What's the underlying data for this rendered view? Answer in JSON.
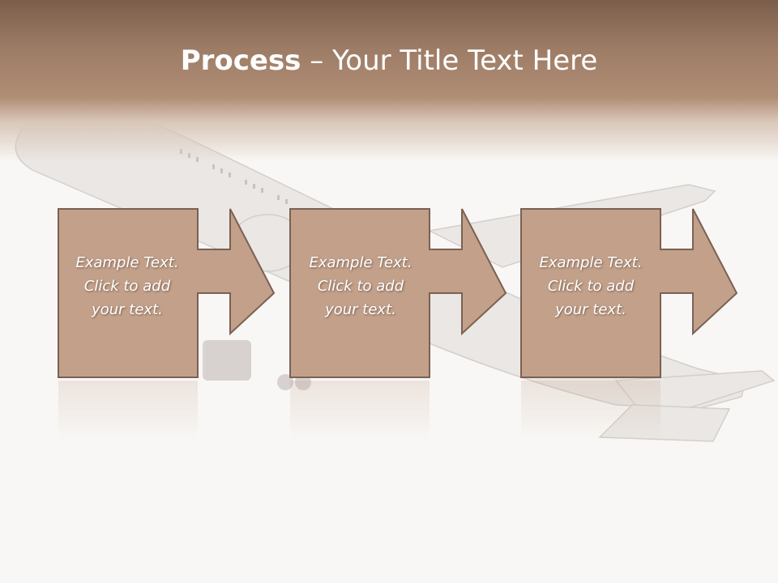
{
  "title": {
    "bold": "Process",
    "rest": " – Your Title Text Here"
  },
  "steps": [
    {
      "line1": "Example Text.",
      "line2": "Click  to add",
      "line3": "your text."
    },
    {
      "line1": "Example Text.",
      "line2": "Click  to add",
      "line3": "your text."
    },
    {
      "line1": "Example Text.",
      "line2": "Click  to add",
      "line3": "your text."
    }
  ],
  "colors": {
    "header": "#9d7c66",
    "box_fill": "#c2a08a",
    "box_stroke": "#7b6153",
    "background": "#f9f7f5"
  }
}
